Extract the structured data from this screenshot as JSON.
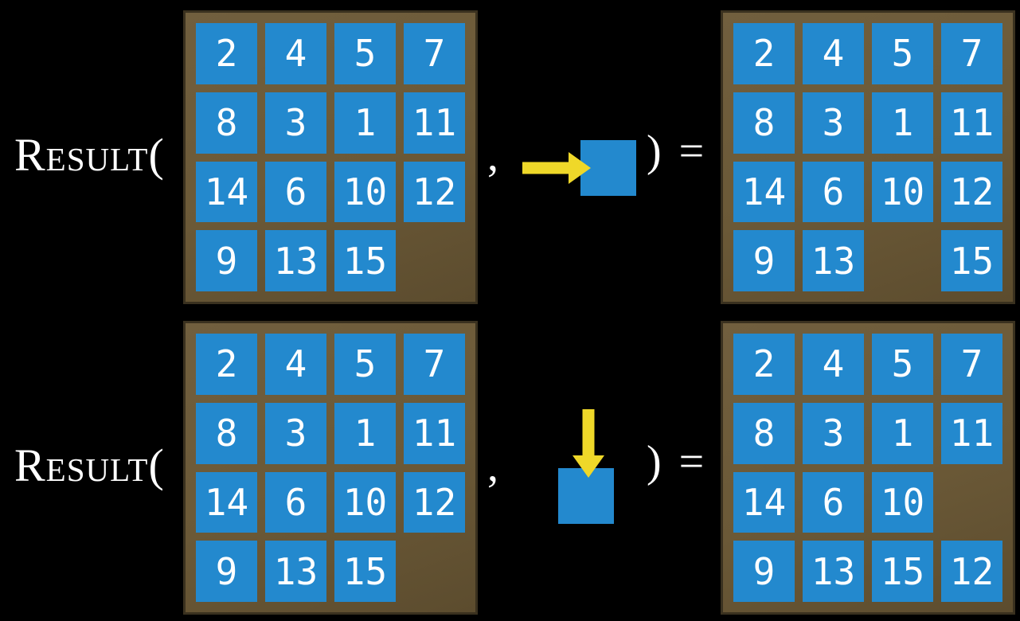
{
  "colors": {
    "background": "#000000",
    "tile_blue": "#2389ce",
    "board_brown": "#6b5937",
    "board_border": "#3a311f",
    "arrow_yellow": "#efd829",
    "text_white": "#ffffff"
  },
  "examples": [
    {
      "function_label": "Result(",
      "comma": ",",
      "close_equals": ") =",
      "move": {
        "direction": "right",
        "icon": "right-arrow-icon"
      },
      "before_grid": [
        [
          2,
          4,
          5,
          7
        ],
        [
          8,
          3,
          1,
          11
        ],
        [
          14,
          6,
          10,
          12
        ],
        [
          9,
          13,
          15,
          null
        ]
      ],
      "after_grid": [
        [
          2,
          4,
          5,
          7
        ],
        [
          8,
          3,
          1,
          11
        ],
        [
          14,
          6,
          10,
          12
        ],
        [
          9,
          13,
          null,
          15
        ]
      ]
    },
    {
      "function_label": "Result(",
      "comma": ",",
      "close_equals": ") =",
      "move": {
        "direction": "down",
        "icon": "down-arrow-icon"
      },
      "before_grid": [
        [
          2,
          4,
          5,
          7
        ],
        [
          8,
          3,
          1,
          11
        ],
        [
          14,
          6,
          10,
          12
        ],
        [
          9,
          13,
          15,
          null
        ]
      ],
      "after_grid": [
        [
          2,
          4,
          5,
          7
        ],
        [
          8,
          3,
          1,
          11
        ],
        [
          14,
          6,
          10,
          null
        ],
        [
          9,
          13,
          15,
          12
        ]
      ]
    }
  ]
}
